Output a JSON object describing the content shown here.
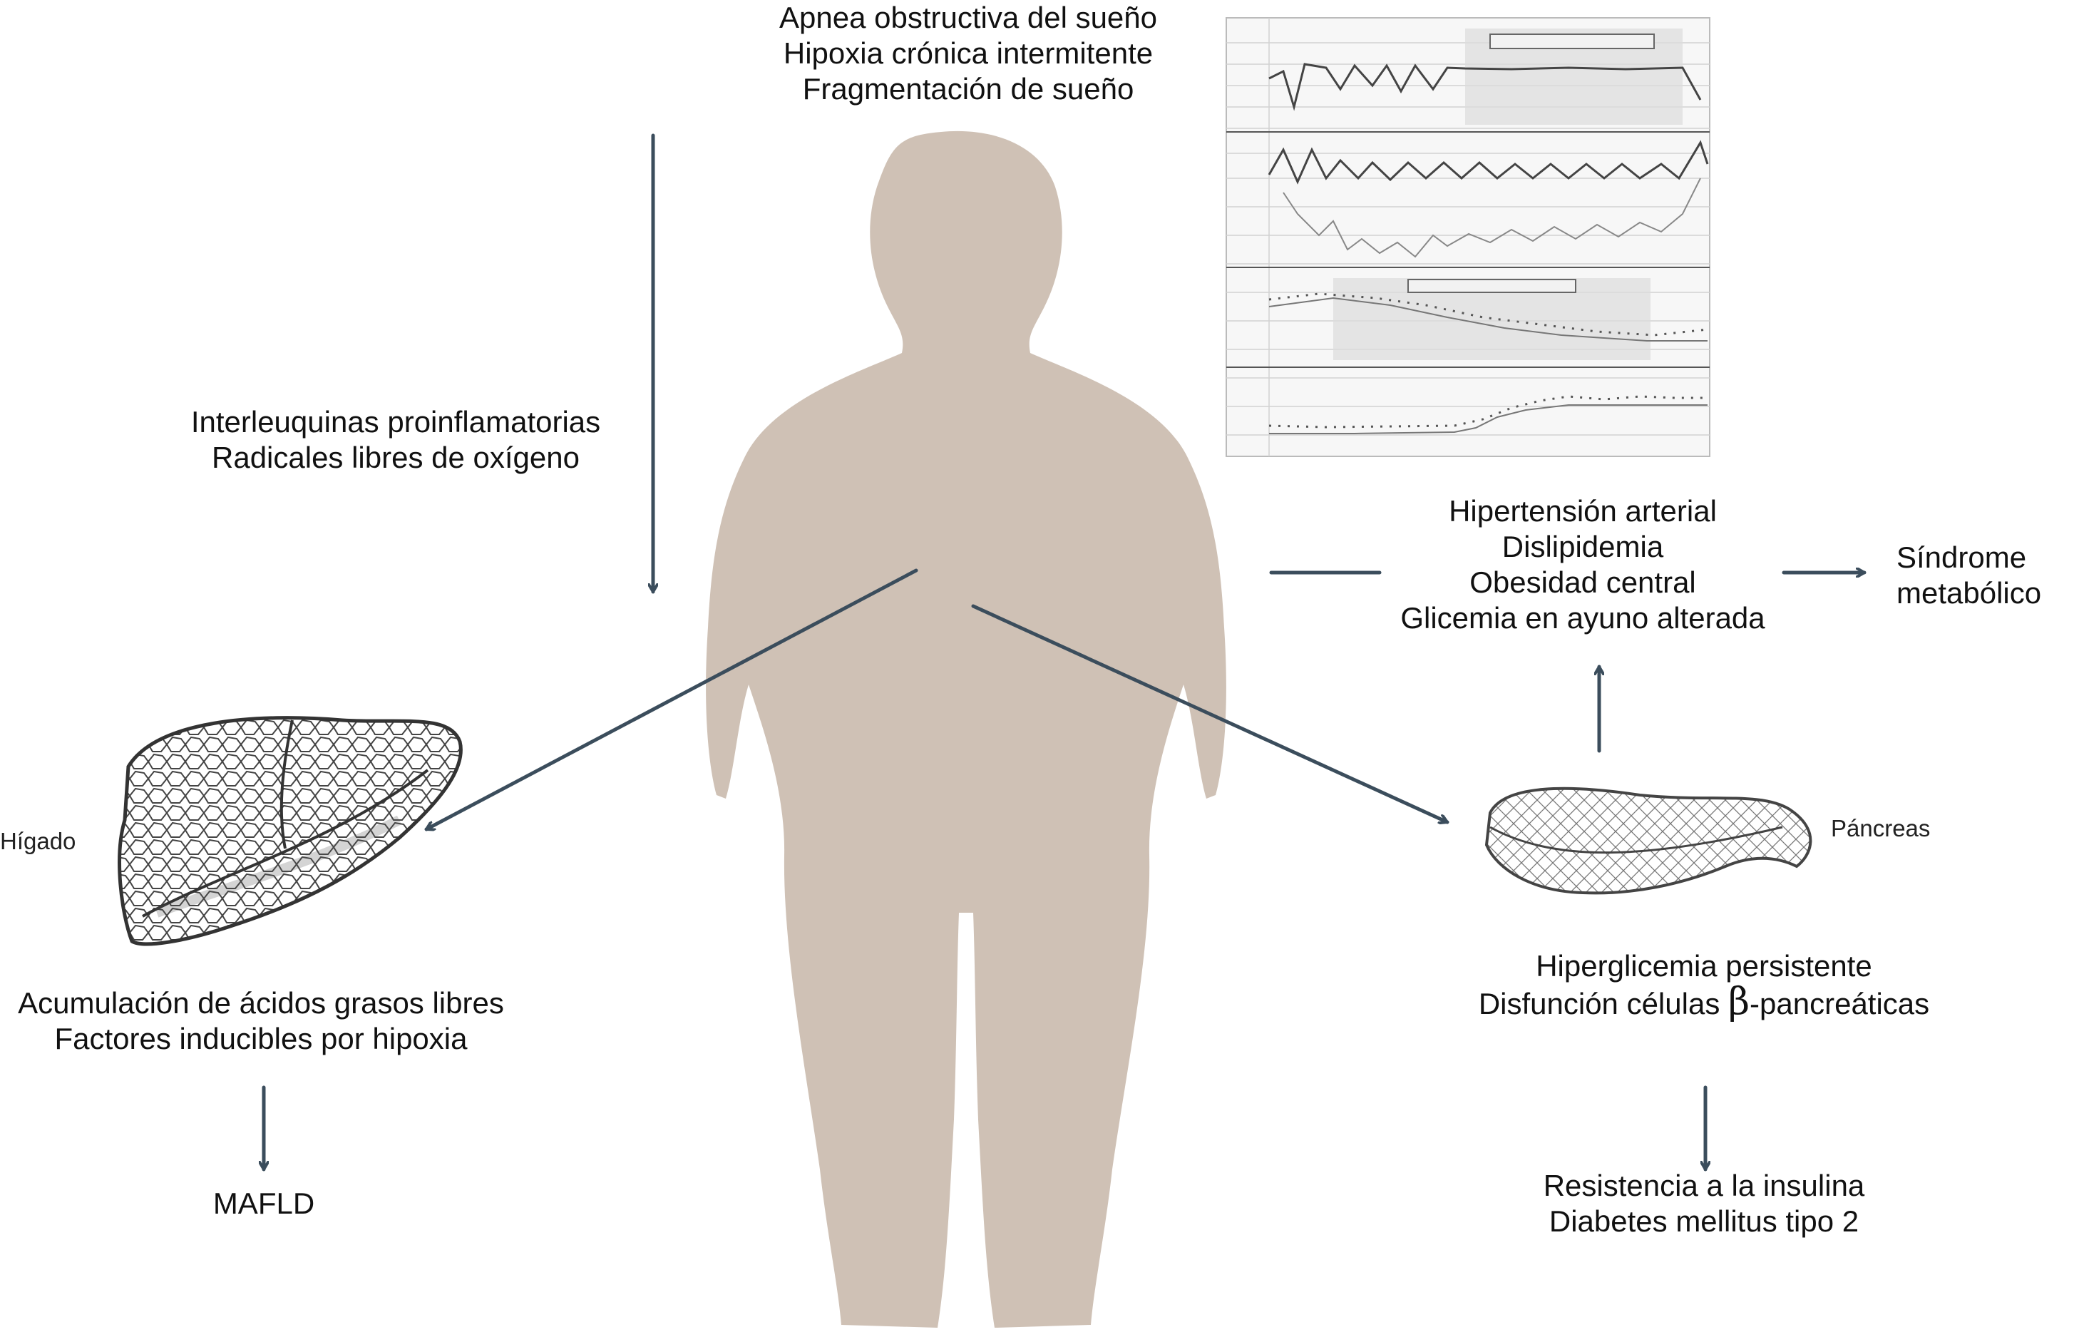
{
  "diagram": {
    "colors": {
      "arrow": "#3b4d5c",
      "silhouette": "#cfc1b5",
      "organ_ink": "#3a3a3a",
      "text": "#111111"
    },
    "osa_block": {
      "line1": "Apnea obstructiva del sueño",
      "line2": "Hipoxia crónica intermitente",
      "line3": "Fragmentación de sueño"
    },
    "inflammation_block": {
      "line1": "Interleuquinas proinflamatorias",
      "line2": "Radicales libres de oxígeno"
    },
    "metabolic_block": {
      "line1": "Hipertensión arterial",
      "line2": "Dislipidemia",
      "line3": "Obesidad central",
      "line4": "Glicemia en ayuno alterada"
    },
    "syndrome": {
      "line1": "Síndrome",
      "line2": "metabólico"
    },
    "liver": {
      "label": "Hígado",
      "effect_line1": "Acumulación de ácidos grasos libres",
      "effect_line2": "Factores inducibles por hipoxia",
      "outcome": "MAFLD"
    },
    "pancreas": {
      "label": "Páncreas",
      "effect_line1": "Hiperglicemia persistente",
      "effect_line2_prefix": "Disfunción células ",
      "effect_line2_symbol": "β",
      "effect_line2_suffix": "-pancreáticas",
      "outcome_line1": "Resistencia a la insulina",
      "outcome_line2": "Diabetes mellitus tipo 2"
    },
    "icons": [
      "polysomnography-chart-icon",
      "human-silhouette-icon",
      "liver-icon",
      "pancreas-icon"
    ]
  }
}
